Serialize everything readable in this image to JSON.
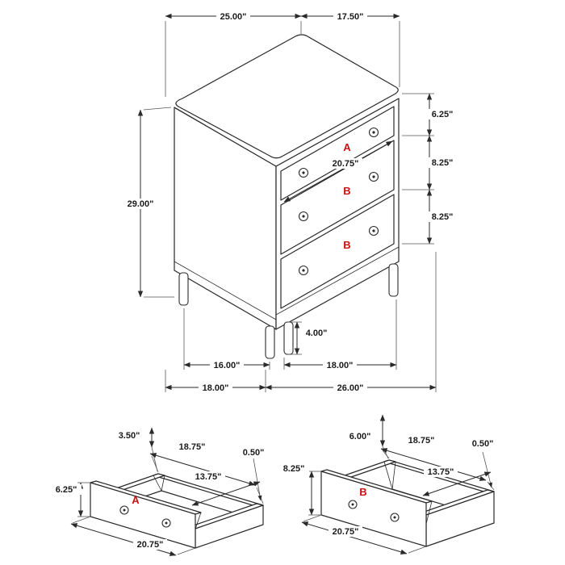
{
  "colors": {
    "line": "#2a2a2a",
    "label_red": "#cc1111",
    "background": "#ffffff"
  },
  "chest": {
    "dims": {
      "top_width": "25.00\"",
      "top_depth": "17.50\"",
      "height": "29.00\"",
      "drawer_a_height": "6.25\"",
      "drawer_b1_height": "8.25\"",
      "drawer_b2_height": "8.25\"",
      "drawer_front_width": "20.75\"",
      "leg_height": "4.00\"",
      "leg_span_side": "16.00\"",
      "leg_span_front": "18.00\"",
      "base_depth": "18.00\"",
      "base_width": "26.00\""
    },
    "labels": {
      "drawer_a": "A",
      "drawer_b1": "B",
      "drawer_b2": "B"
    }
  },
  "drawer_a": {
    "label": "A",
    "dims": {
      "side_height": "3.50\"",
      "interior_width": "18.75\"",
      "wall_thickness": "0.50\"",
      "front_height": "6.25\"",
      "interior_depth": "13.75\"",
      "overall_width": "20.75\""
    }
  },
  "drawer_b": {
    "label": "B",
    "dims": {
      "side_height": "6.00\"",
      "interior_width": "18.75\"",
      "wall_thickness": "0.50\"",
      "front_height": "8.25\"",
      "interior_depth": "13.75\"",
      "overall_width": "20.75\""
    }
  }
}
